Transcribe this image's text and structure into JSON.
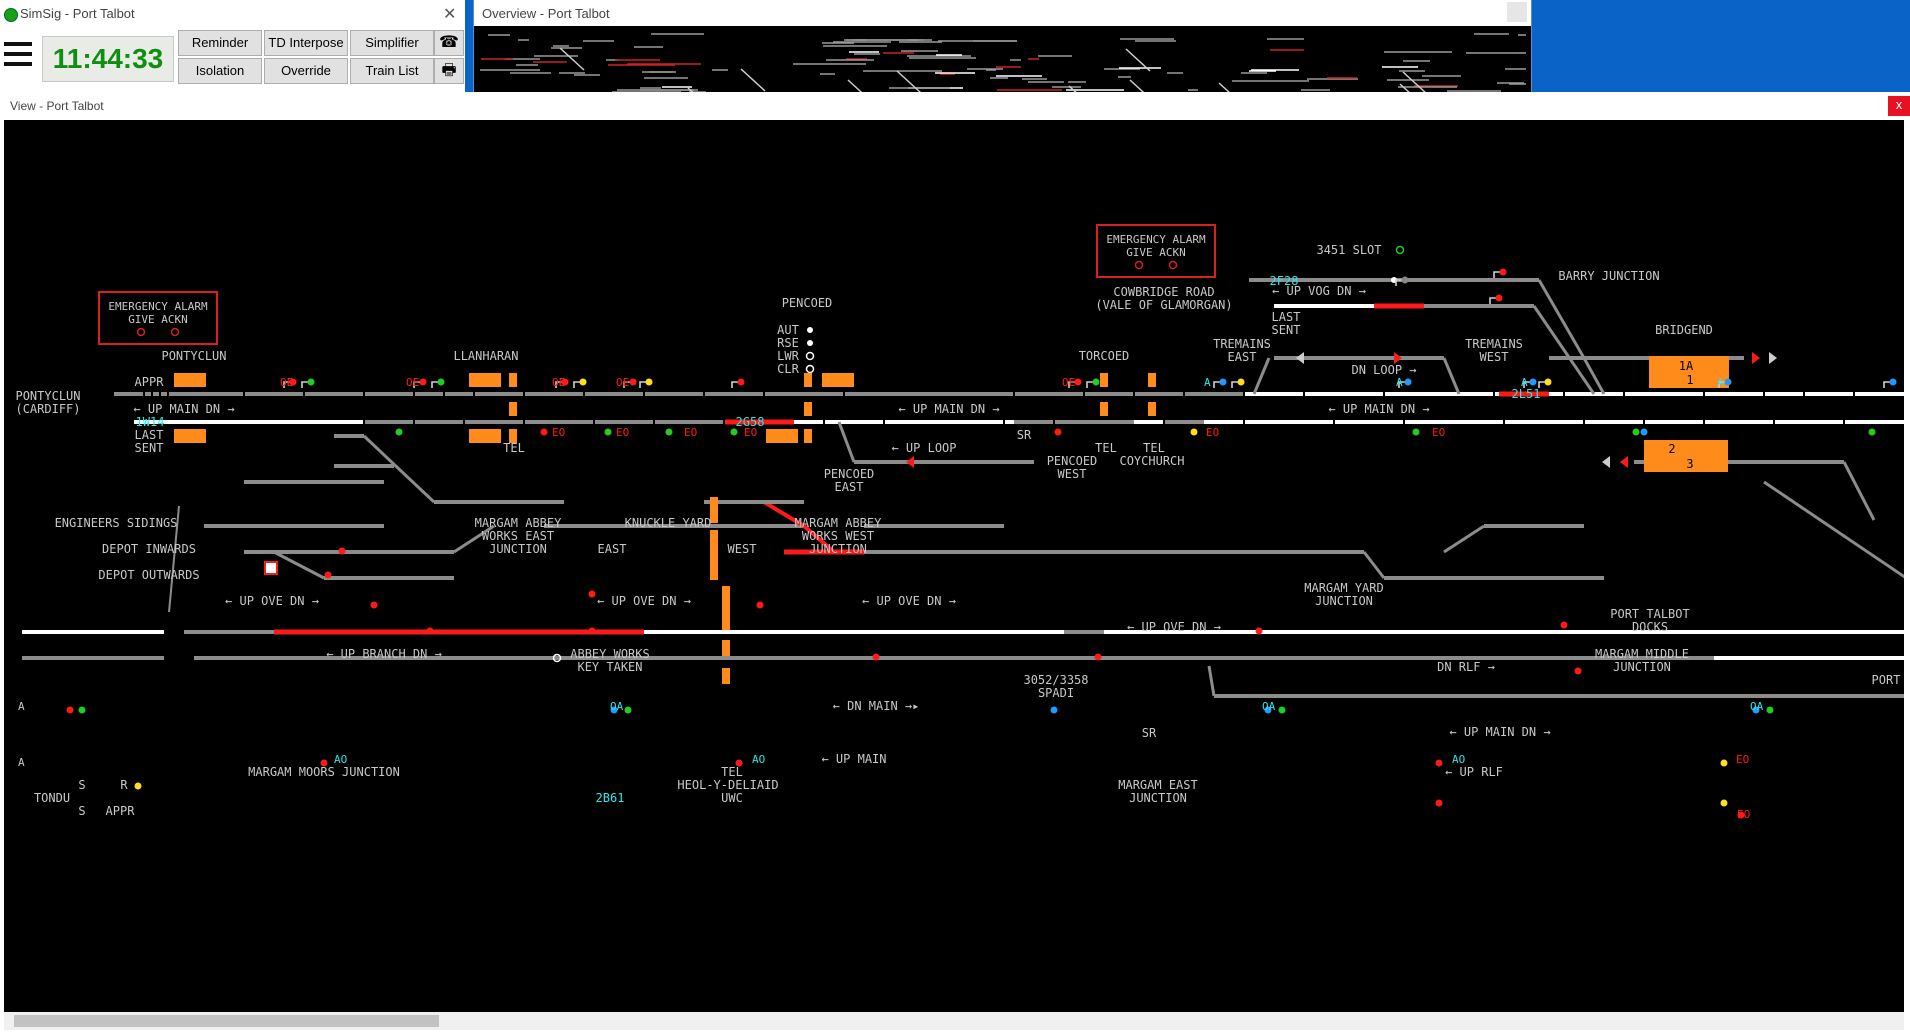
{
  "simsig": {
    "title": "SimSig - Port Talbot",
    "clock": "11:44:33",
    "buttons": [
      "Reminder",
      "TD Interpose",
      "Simplifier",
      "Isolation",
      "Override",
      "Train List"
    ],
    "icon_phone": "☎",
    "icon_print": "🖶"
  },
  "overview": {
    "title": "Overview - Port Talbot"
  },
  "view": {
    "title": "View - Port Talbot",
    "close": "x"
  },
  "colors": {
    "track_grey": "#8c8c8c",
    "track_white": "#ffffff",
    "route_red": "#ff1a1a",
    "berth_cyan": "#2ee6e6",
    "orange": "#ff8c1a",
    "alarm_red": "#d82020",
    "bg": "#000000"
  },
  "board": {
    "alarms": [
      {
        "line1": "EMERGENCY ALARM",
        "line2": "GIVE ACKN"
      },
      {
        "line1": "EMERGENCY ALARM",
        "line2": "GIVE ACKN"
      }
    ],
    "locations": {
      "pontyclun": "PONTYCLUN",
      "llanharan": "LLANHARAN",
      "pencoed": "PENCOED",
      "torcoed": "TORCOED",
      "bridgend": "BRIDGEND",
      "pontyclun_cardiff_1": "PONTYCLUN",
      "pontyclun_cardiff_2": "(CARDIFF)",
      "cowbridge_1": "COWBRIDGE ROAD",
      "cowbridge_2": "(VALE OF GLAMORGAN)",
      "slot": "3451 SLOT",
      "barry": "BARRY JUNCTION",
      "tremains_e1": "TREMAINS",
      "tremains_e2": "EAST",
      "tremains_w1": "TREMAINS",
      "tremains_w2": "WEST",
      "pencoed_east_1": "PENCOED",
      "pencoed_east_2": "EAST",
      "pencoed_west_1": "PENCOED",
      "pencoed_west_2": "WEST",
      "coychurch": "COYCHURCH",
      "eng": "ENGINEERS SIDINGS",
      "dep_in": "DEPOT INWARDS",
      "dep_out": "DEPOT OUTWARDS",
      "mae_1": "MARGAM ABBEY",
      "mae_2": "WORKS EAST",
      "mae_3": "JUNCTION",
      "knuckle": "KNUCKLE YARD",
      "east": "EAST",
      "west": "WEST",
      "maw_1": "MARGAM ABBEY",
      "maw_2": "WORKS WEST",
      "maw_3": "JUNCTION",
      "my_1": "MARGAM YARD",
      "my_2": "JUNCTION",
      "ptd_1": "PORT TALBOT",
      "ptd_2": "DOCKS",
      "mm_1": "MARGAM MIDDLE",
      "mm_2": "JUNCTION",
      "awk_1": "ABBEY WORKS",
      "awk_2": "KEY TAKEN",
      "spadi_1": "3052/3358",
      "spadi_2": "SPADI",
      "port": "PORT",
      "mmj": "MARGAM MOORS JUNCTION",
      "tondu": "TONDU",
      "heol_1": "HEOL-Y-DELIAID",
      "heol_2": "UWC",
      "me_1": "MARGAM EAST",
      "me_2": "JUNCTION"
    },
    "line_labels": {
      "up_main_dn": "←  UP MAIN DN  →",
      "up_vog_dn": "← UP VOG DN →",
      "dn_loop": "DN LOOP →",
      "up_loop": "← UP LOOP",
      "up_ove_dn": "←  UP OVE DN  →",
      "up_branch_dn": "←  UP BRANCH DN  →",
      "dn_rlf": "DN RLF →",
      "dn_main": "←  DN MAIN  →▸",
      "up_main": "← UP MAIN",
      "up_rlf": "← UP RLF"
    },
    "misc": {
      "appr": "APPR",
      "last": "LAST",
      "sent": "SENT",
      "tel": "TEL",
      "sr": "SR",
      "aut": "AUT",
      "rse": "RSE",
      "lwr": "LWR",
      "clr": "CLR",
      "s": "S",
      "r": "R",
      "oe": "OE",
      "eo": "EO",
      "oa": "OA",
      "ao": "AO",
      "a": "A"
    },
    "berths": [
      "1W14",
      "2G58",
      "2F28",
      "2L51",
      "2B61"
    ],
    "platforms": {
      "p1a": "1A",
      "p1": "1",
      "p2": "2",
      "p3": "3"
    }
  }
}
